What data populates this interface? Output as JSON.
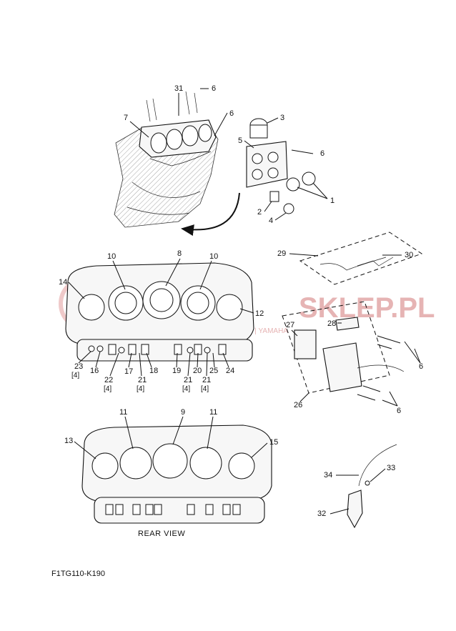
{
  "diagram": {
    "code": "F1TG110-K190",
    "rear_view_label": "REAR VIEW",
    "watermark_main": "SKLEP.PL",
    "watermark_sub": "YOU | TECH | WIZ | DEALER | YAMAHA",
    "callouts": {
      "c1": "1",
      "c2": "2",
      "c3": "3",
      "c4": "4",
      "c5": "5",
      "c6a": "6",
      "c6b": "6",
      "c6c": "6",
      "c6d": "6",
      "c6e": "6",
      "c7": "7",
      "c8": "8",
      "c9": "9",
      "c10a": "10",
      "c10b": "10",
      "c11a": "11",
      "c11b": "11",
      "c12": "12",
      "c13": "13",
      "c14": "14",
      "c15": "15",
      "c16": "16",
      "c17": "17",
      "c18": "18",
      "c19": "19",
      "c20": "20",
      "c21a": "21",
      "c21b": "21",
      "c21c": "21",
      "c22": "22",
      "c23": "23",
      "c24": "24",
      "c25": "25",
      "c26": "26",
      "c27": "27",
      "c28": "28",
      "c29": "29",
      "c30": "30",
      "c31": "31",
      "c32": "32",
      "c33": "33",
      "c34": "34"
    },
    "quantities": {
      "q23": "[4]",
      "q22": "[4]",
      "q21a": "[4]",
      "q21b": "[4]",
      "q21c": "[4]"
    }
  }
}
